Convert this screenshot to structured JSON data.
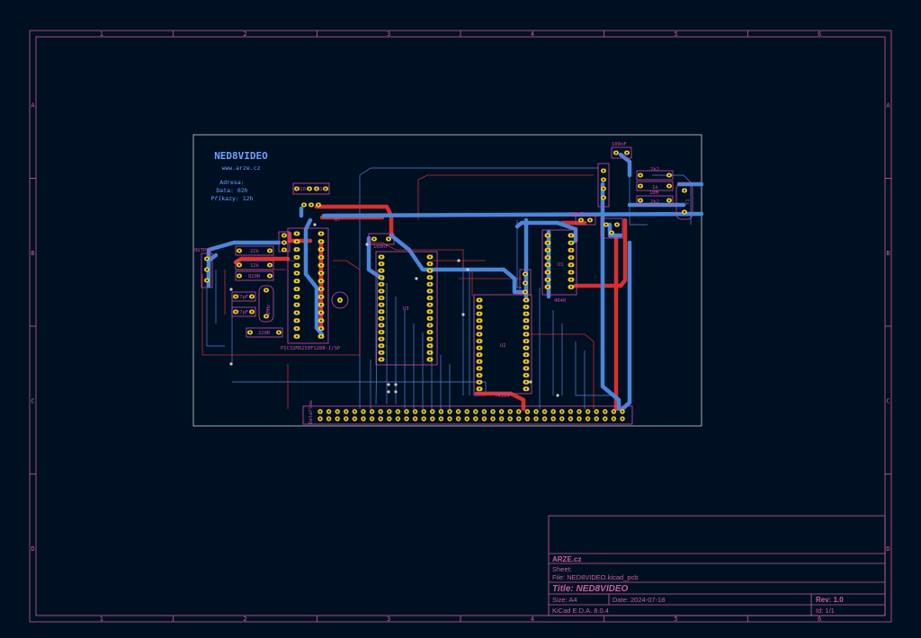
{
  "colors": {
    "background": "#001023",
    "frame": "#c85e9e",
    "board_outline": "#d0d0d0",
    "copper_front": "#d8302e",
    "copper_back": "#4a86d8",
    "pad": "#e8c42a",
    "silk_back": "#6fa0ff",
    "fab": "#c74ca5",
    "title_text": "#c85e9e"
  },
  "frame": {
    "columns": [
      "1",
      "2",
      "3",
      "4",
      "5",
      "6"
    ],
    "rows": [
      "A",
      "B",
      "C",
      "D"
    ]
  },
  "title_block": {
    "company": "ARZE.cz",
    "sheet": "Sheet:",
    "file": "File: NED8VIDEO.kicad_pcb",
    "title": "Title: NED8VIDEO",
    "size": "Size: A4",
    "date": "Date: 2024-07-18",
    "rev": "Rev: 1.0",
    "tool": "KiCad E.D.A. 8.0.4",
    "id": "Id: 1/1"
  },
  "silkscreen": {
    "board_name": "NED8VIDEO",
    "url": "www.arze.cz",
    "address_line": "Adresa:",
    "data_line": "Data: 02h",
    "prikazy_line": "Příkazy: 12h"
  },
  "labels": {
    "output": "OUTPUT",
    "u7": "U7",
    "u7_part": "PIC32MX250F128B-I/SP",
    "u3": "U3",
    "u2": "U2",
    "u2_part": "74164",
    "u1": "U1",
    "u1_part": "4040",
    "connector": "Dataflow",
    "c4_value": "100nF",
    "c5_value": "100nF",
    "c_top_value": "100nF",
    "c_mid_value": "100nF",
    "r22k": "22k",
    "r12k": "12k",
    "r820": "820R",
    "r220": "220R",
    "c27pf_a": "27pF",
    "c27pf_b": "27pF",
    "r2k2_a": "2k2",
    "r2k2_b": "2k2",
    "r1k": "1k",
    "r10m": "10M",
    "c10": "C10",
    "c11": "C11",
    "y2": "8MHz",
    "y1": "Y1"
  }
}
